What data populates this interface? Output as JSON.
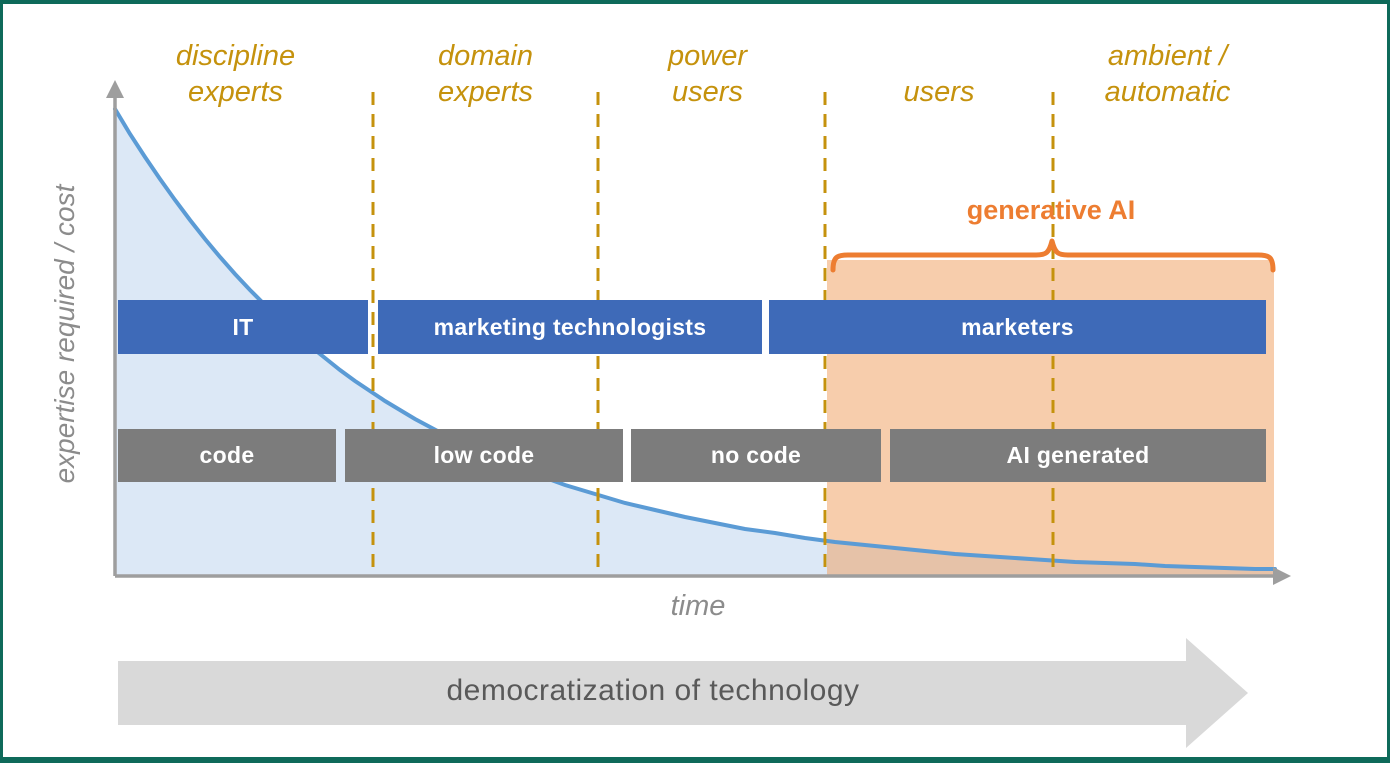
{
  "diagram": {
    "y_axis_label": "expertise required / cost",
    "x_axis_label": "time",
    "bottom_arrow_label": "democratization of technology",
    "generative_ai_label": "generative AI",
    "columns": [
      {
        "label": "discipline experts"
      },
      {
        "label": "domain experts"
      },
      {
        "label": "power users"
      },
      {
        "label": "users"
      },
      {
        "label": "ambient / automatic"
      }
    ],
    "people_bars": [
      {
        "label": "IT"
      },
      {
        "label": "marketing technologists"
      },
      {
        "label": "marketers"
      }
    ],
    "tech_bars": [
      {
        "label": "code"
      },
      {
        "label": "low code"
      },
      {
        "label": "no code"
      },
      {
        "label": "AI generated"
      }
    ]
  },
  "colors": {
    "border_teal": "#0E6A5A",
    "gold": "#C5920D",
    "orange": "#ED7D31",
    "orange_region_fill": "rgba(240,155,90,0.5)",
    "blue_bar": "#3E6AB8",
    "gray_bar": "#7C7C7C",
    "curve_line": "#5B9BD5",
    "curve_fill": "#DCE8F6",
    "axis_gray": "#9E9E9E",
    "bottom_arrow_fill": "#D9D9D9",
    "caption_gray": "#595959"
  }
}
